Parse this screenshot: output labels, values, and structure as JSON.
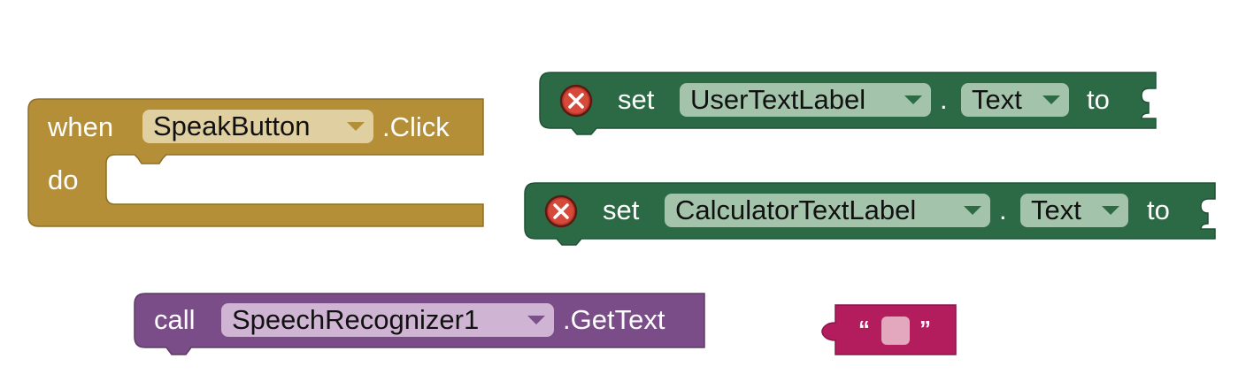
{
  "event_block": {
    "when_label": "when",
    "component": "SpeakButton",
    "event_suffix": ".Click",
    "do_label": "do",
    "color": "#b48f37"
  },
  "set_block_1": {
    "set_label": "set",
    "component": "UserTextLabel",
    "dot": ".",
    "property": "Text",
    "to_label": "to",
    "color": "#2b6a44"
  },
  "set_block_2": {
    "set_label": "set",
    "component": "CalculatorTextLabel",
    "dot": ".",
    "property": "Text",
    "to_label": "to",
    "color": "#2b6a44"
  },
  "call_block": {
    "call_label": "call",
    "component": "SpeechRecognizer1",
    "method_suffix": ".GetText",
    "color": "#7a4c88"
  },
  "text_block": {
    "open_quote": "“",
    "close_quote": "”",
    "color": "#b31d5e"
  },
  "icons": {
    "error": "error-icon",
    "dropdown": "dropdown-arrow-icon"
  }
}
